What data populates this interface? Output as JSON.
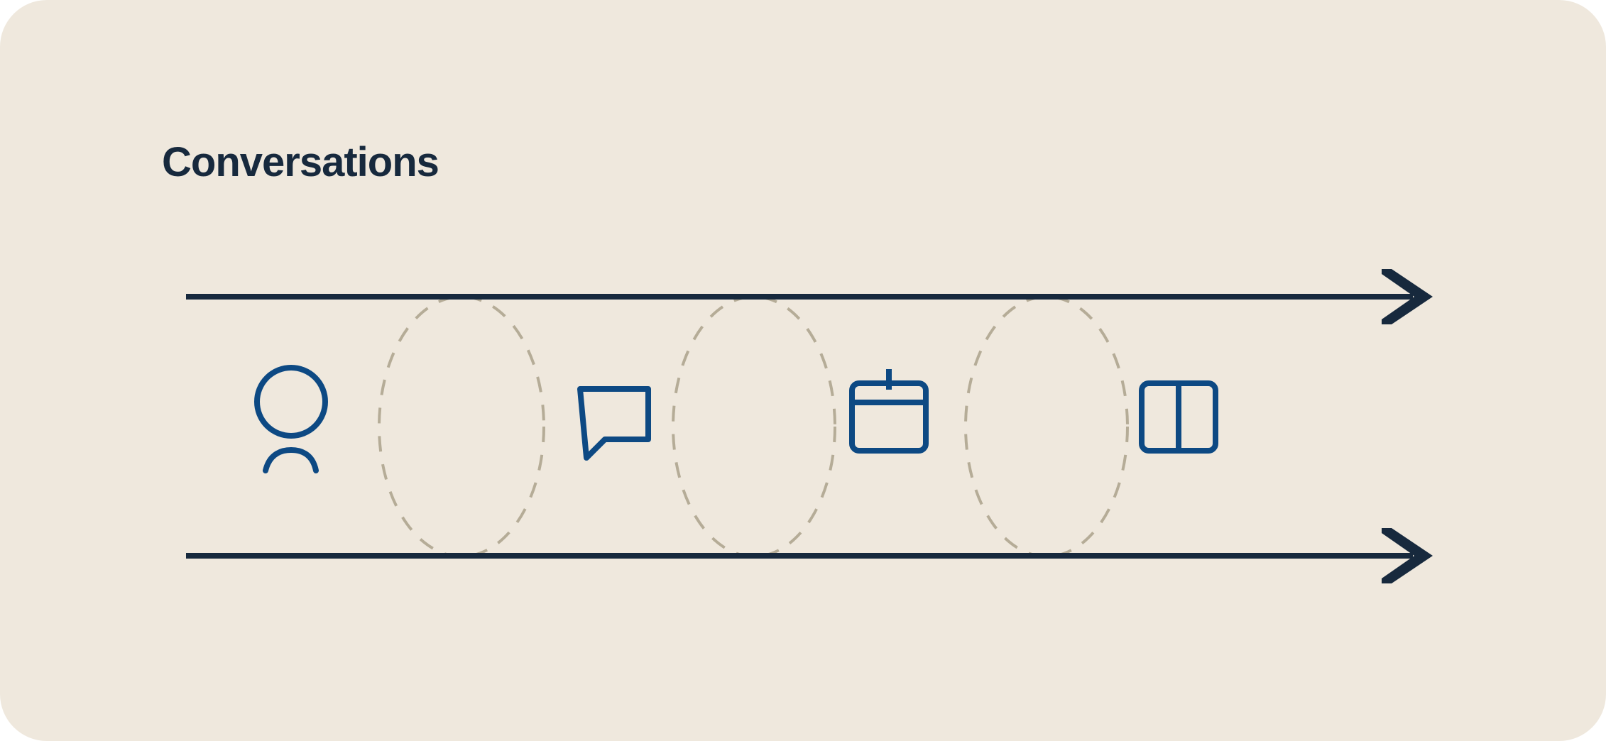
{
  "title": "Conversations",
  "colors": {
    "background": "#EFE8DD",
    "ink": "#17293D",
    "icon_blue": "#0D4983",
    "dashed_outline": "#B5AC97"
  },
  "flow": {
    "arrows": [
      {
        "name": "top-flow-arrow",
        "direction": "right"
      },
      {
        "name": "bottom-flow-arrow",
        "direction": "right"
      }
    ],
    "icons": [
      {
        "name": "user-icon"
      },
      {
        "name": "chat-bubble-icon"
      },
      {
        "name": "calendar-icon"
      },
      {
        "name": "split-panel-icon"
      }
    ],
    "separators": [
      {
        "name": "dashed-ellipse-separator-1"
      },
      {
        "name": "dashed-ellipse-separator-2"
      },
      {
        "name": "dashed-ellipse-separator-3"
      }
    ]
  }
}
